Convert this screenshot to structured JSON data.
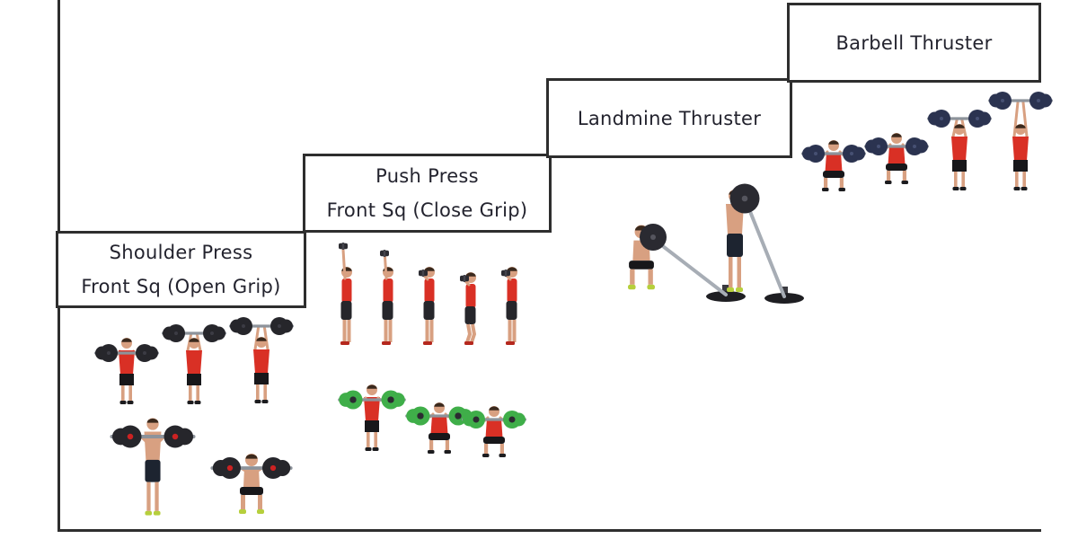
{
  "diagram": {
    "type": "exercise-progression-staircase",
    "steps": [
      {
        "label_line1": "Shoulder Press",
        "label_line2": "Front Sq (Open Grip)",
        "images": [
          {
            "name": "shoulder-press-sequence",
            "description": "Three-frame shoulder press sequence: athlete in red tank top pressing a black-plate barbell from the front rack to overhead lockout"
          },
          {
            "name": "front-squat-open-grip",
            "description": "Two shirtless athletes front squatting a barbell with black plates and red hub, open grip, one standing and one in a deep squat, green shoes"
          }
        ]
      },
      {
        "label_line1": "Push Press",
        "label_line2": "Front Sq (Close Grip)",
        "images": [
          {
            "name": "push-press-sequence",
            "description": "Five-frame side-view dumbbell push press sequence, athlete in red shirt and dark shorts lowering the dumbbell from overhead to the shoulder with a dip"
          },
          {
            "name": "front-squat-close-grip",
            "description": "Three-frame close-grip front squat sequence with a green-plate barbell, from standing to deep squat"
          }
        ]
      },
      {
        "label_line1": "Landmine Thruster",
        "images": [
          {
            "name": "landmine-thruster",
            "description": "Two shirtless athletes performing landmine thrusters with plate-loaded bars anchored to round floor bases, one squatting and one standing pressing"
          }
        ]
      },
      {
        "label_line1": "Barbell Thruster",
        "images": [
          {
            "name": "barbell-thruster-sequence",
            "description": "Four-frame barbell thruster sequence, athlete in red shirt moving from deep front squat to overhead press with dark navy plates"
          }
        ]
      }
    ]
  },
  "colors": {
    "outline": "#2e2e2e",
    "label_text": "#23232e",
    "shirt_red": "#d93025",
    "skin": "#d8a081",
    "shorts_black": "#17171a",
    "plate_dark": "#26262b",
    "plate_green": "#3fae49",
    "plate_navy": "#2b3350",
    "plate_hub_red": "#cc2222",
    "bar_gray": "#8d939b",
    "shoe_green": "#b6cf3c",
    "shoe_red": "#b5281e",
    "landmine_base": "#1e1e22"
  }
}
